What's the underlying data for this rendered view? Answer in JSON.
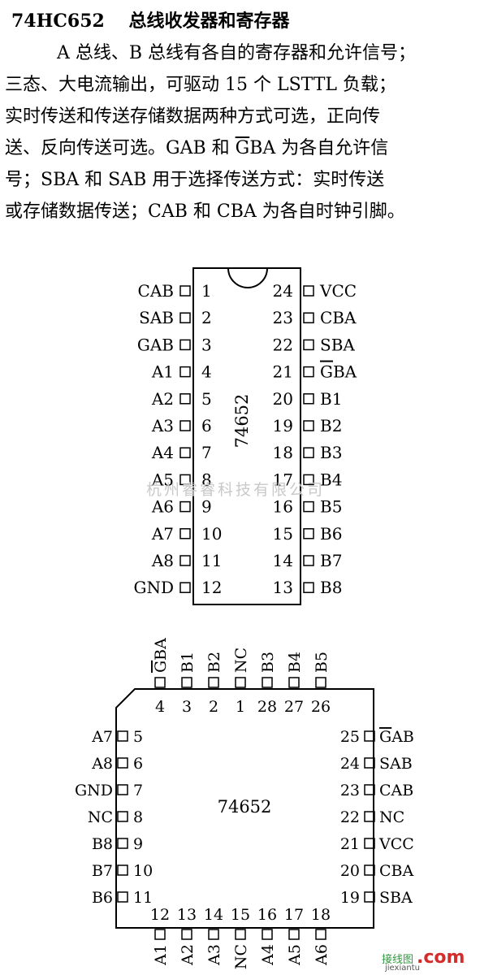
{
  "heading": {
    "part": "74HC652",
    "name": "总线收发器和寄存器"
  },
  "description": {
    "lines": [
      "A 总线、B 总线有各自的寄存器和允许信号；",
      "三态、大电流输出，可驱动 15 个 LSTTL 负载；",
      "实时传送和传送存储数据两种方式可选，正向传",
      "送、反向传送可选。GAB 和 GBA 为各自允许信",
      "号；SBA 和 SAB 用于选择传送方式：实时传送",
      "或存储数据传送；CAB 和 CBA 为各自时钟引脚。"
    ]
  },
  "dip": {
    "label": "74652",
    "left": [
      {
        "name": "CAB",
        "num": "1"
      },
      {
        "name": "SAB",
        "num": "2"
      },
      {
        "name": "GAB",
        "num": "3"
      },
      {
        "name": "A1",
        "num": "4"
      },
      {
        "name": "A2",
        "num": "5"
      },
      {
        "name": "A3",
        "num": "6"
      },
      {
        "name": "A4",
        "num": "7"
      },
      {
        "name": "A5",
        "num": "8"
      },
      {
        "name": "A6",
        "num": "9"
      },
      {
        "name": "A7",
        "num": "10"
      },
      {
        "name": "A8",
        "num": "11"
      },
      {
        "name": "GND",
        "num": "12"
      }
    ],
    "right": [
      {
        "name": "VCC",
        "num": "24"
      },
      {
        "name": "CBA",
        "num": "23"
      },
      {
        "name": "SBA",
        "num": "22"
      },
      {
        "name": "GBA",
        "num": "21",
        "overbar": true
      },
      {
        "name": "B1",
        "num": "20"
      },
      {
        "name": "B2",
        "num": "19"
      },
      {
        "name": "B3",
        "num": "18"
      },
      {
        "name": "B4",
        "num": "17"
      },
      {
        "name": "B5",
        "num": "16"
      },
      {
        "name": "B6",
        "num": "15"
      },
      {
        "name": "B7",
        "num": "14"
      },
      {
        "name": "B8",
        "num": "13"
      }
    ]
  },
  "plcc": {
    "label": "74652",
    "top": [
      {
        "name": "GBA",
        "num": "4",
        "overbar": true
      },
      {
        "name": "B1",
        "num": "3"
      },
      {
        "name": "B2",
        "num": "2"
      },
      {
        "name": "NC",
        "num": "1"
      },
      {
        "name": "B3",
        "num": "28"
      },
      {
        "name": "B4",
        "num": "27"
      },
      {
        "name": "B5",
        "num": "26"
      }
    ],
    "left": [
      {
        "name": "A7",
        "num": "5"
      },
      {
        "name": "A8",
        "num": "6"
      },
      {
        "name": "GND",
        "num": "7"
      },
      {
        "name": "NC",
        "num": "8"
      },
      {
        "name": "B8",
        "num": "9"
      },
      {
        "name": "B7",
        "num": "10"
      },
      {
        "name": "B6",
        "num": "11"
      }
    ],
    "right": [
      {
        "name": "GAB",
        "num": "25",
        "overbar": true
      },
      {
        "name": "SAB",
        "num": "24"
      },
      {
        "name": "CAB",
        "num": "23"
      },
      {
        "name": "NC",
        "num": "22"
      },
      {
        "name": "VCC",
        "num": "21"
      },
      {
        "name": "CBA",
        "num": "20"
      },
      {
        "name": "SBA",
        "num": "19"
      }
    ],
    "bottom": [
      {
        "name": "A1",
        "num": "12"
      },
      {
        "name": "A2",
        "num": "13"
      },
      {
        "name": "A3",
        "num": "14"
      },
      {
        "name": "NC",
        "num": "15"
      },
      {
        "name": "A4",
        "num": "16"
      },
      {
        "name": "A5",
        "num": "17"
      },
      {
        "name": "A6",
        "num": "18"
      }
    ]
  },
  "watermark": "杭州睿睿科技有限公司",
  "site_logo": {
    "cn": "接线图",
    "domain": ".com",
    "url": "jiexiantu"
  }
}
